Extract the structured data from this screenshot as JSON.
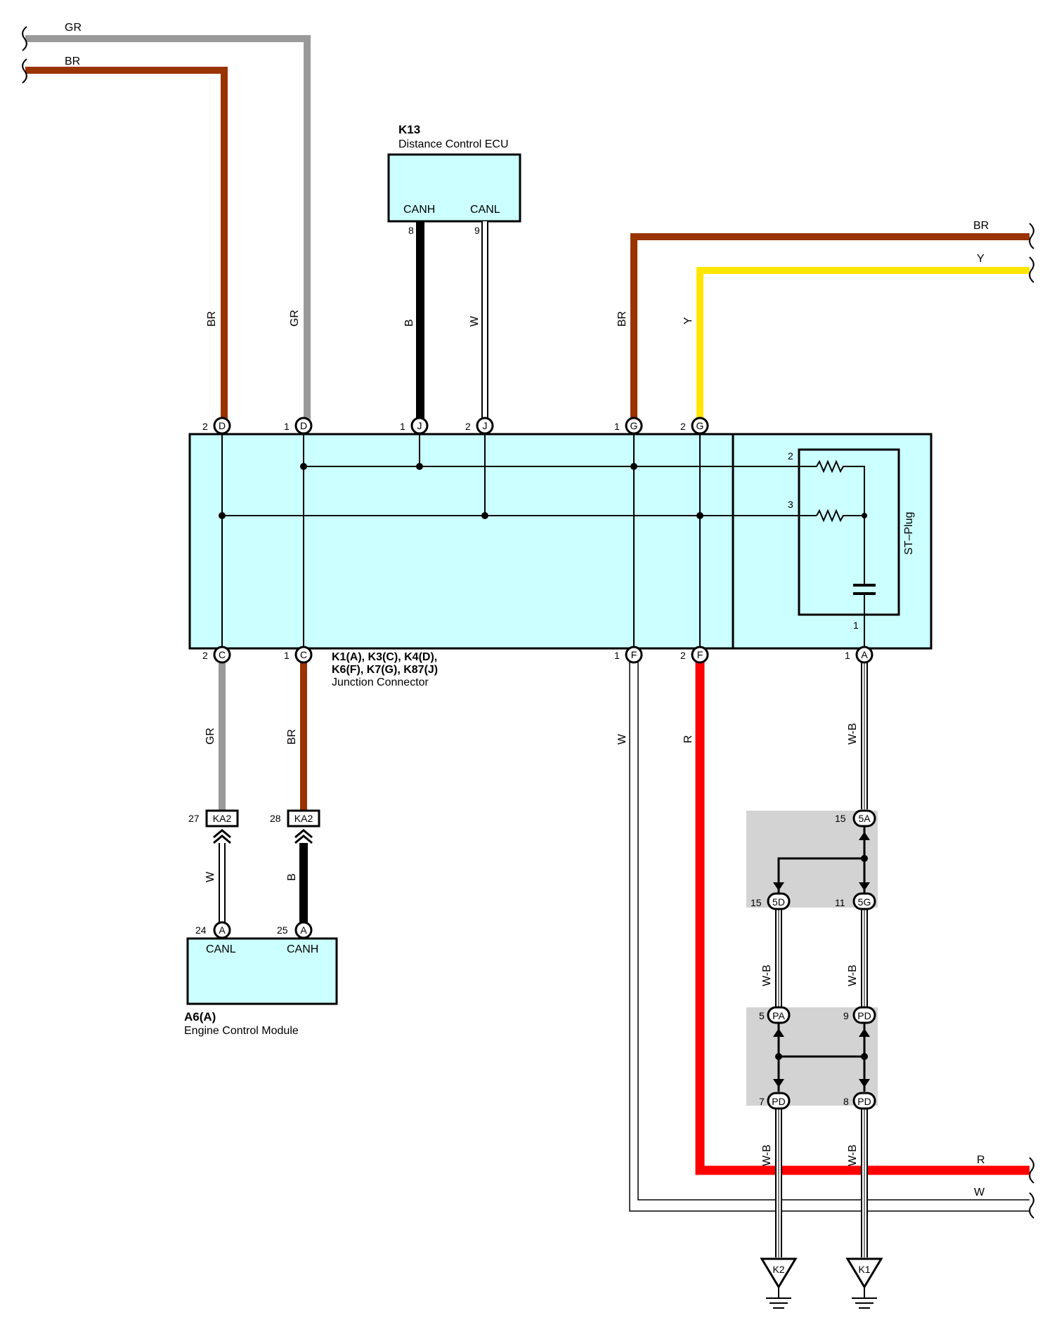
{
  "wires": {
    "gr_top": "GR",
    "br_top": "BR",
    "br_left_v": "BR",
    "gr_left_v": "GR",
    "b_canh": "B",
    "w_canl": "W",
    "br_right_v": "BR",
    "y_right_v": "Y",
    "br_right_h": "BR",
    "y_right_h": "Y",
    "gr_low": "GR",
    "br_low": "BR",
    "w_low": "W",
    "b_low": "B",
    "w_f1": "W",
    "r_f2": "R",
    "wb_a1": "W-B",
    "wb_5d": "W-B",
    "wb_5g": "W-B",
    "wb_7": "W-B",
    "wb_8": "W-B",
    "r_bottom": "R",
    "w_bottom": "W"
  },
  "k13": {
    "code": "K13",
    "name": "Distance Control ECU",
    "pin_canh": "CANH",
    "pin_canl": "CANL",
    "pin_canh_num": "8",
    "pin_canl_num": "9"
  },
  "junction": {
    "codes_line1": "K1(A), K3(C), K4(D),",
    "codes_line2": "K6(F), K7(G), K87(J)",
    "name": "Junction Connector",
    "st_plug": "ST–Plug",
    "top_pins": [
      {
        "num": "2",
        "letter": "D"
      },
      {
        "num": "1",
        "letter": "D"
      },
      {
        "num": "1",
        "letter": "J"
      },
      {
        "num": "2",
        "letter": "J"
      },
      {
        "num": "1",
        "letter": "G"
      },
      {
        "num": "2",
        "letter": "G"
      }
    ],
    "bottom_pins": [
      {
        "num": "2",
        "letter": "C"
      },
      {
        "num": "1",
        "letter": "C"
      },
      {
        "num": "1",
        "letter": "F"
      },
      {
        "num": "2",
        "letter": "F"
      },
      {
        "num": "1",
        "letter": "A"
      }
    ],
    "res_pin_2": "2",
    "res_pin_3": "3",
    "cap_pin_1": "1"
  },
  "ka2": {
    "left_num": "27",
    "right_num": "28",
    "label": "KA2"
  },
  "a6": {
    "code": "A6(A)",
    "name": "Engine Control Module",
    "pin_canl": "CANL",
    "pin_canh": "CANH",
    "pin24": "24",
    "pin25": "25",
    "pin_letter": "A"
  },
  "splices": {
    "p15_5a_num": "15",
    "p15_5a": "5A",
    "p15_5d_num": "15",
    "p15_5d": "5D",
    "p11_5g_num": "11",
    "p11_5g": "5G",
    "p5_pa_num": "5",
    "p5_pa": "PA",
    "p9_pd_num": "9",
    "p9_pd": "PD",
    "p7_pd_num": "7",
    "p7_pd": "PD",
    "p8_pd_num": "8",
    "p8_pd": "PD"
  },
  "grounds": {
    "k2": "K2",
    "k1": "K1"
  },
  "colors": {
    "brown": "#993300",
    "gray": "#999999",
    "yellow": "#FFE600",
    "red": "#FF0000",
    "black": "#000000",
    "box_fill": "#CCFFFF",
    "splice_fill": "#D3D3D3"
  }
}
